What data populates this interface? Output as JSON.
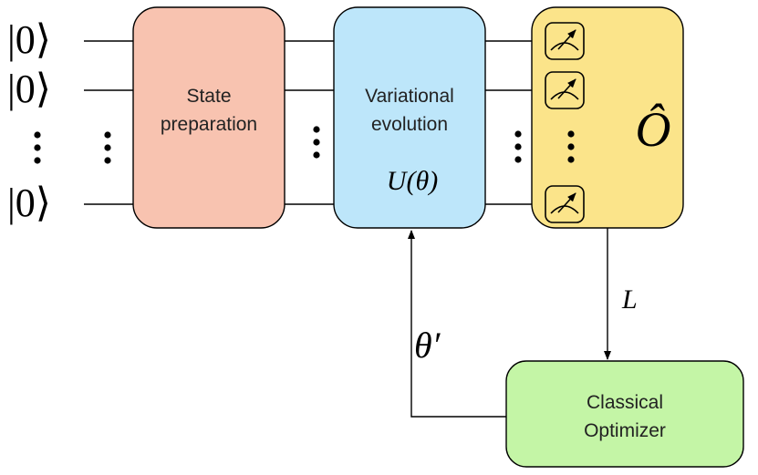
{
  "qubits": {
    "ket_top": "|0⟩",
    "ket_second": "|0⟩",
    "ket_bottom": "|0⟩"
  },
  "blocks": {
    "state_preparation": {
      "line1": "State",
      "line2": "preparation",
      "color": "#f8c3b0"
    },
    "variational_evolution": {
      "line1": "Variational",
      "line2": "evolution",
      "unitary": "U(θ)",
      "color": "#bde6fa"
    },
    "measurement": {
      "observable": "Ô",
      "color": "#fbe48a"
    },
    "optimizer": {
      "line1": "Classical",
      "line2": "Optimizer",
      "color": "#c4f5a6"
    }
  },
  "arrows": {
    "loss_label": "L",
    "params_label": "θ′"
  },
  "icons": {
    "meter": "measurement-meter-icon",
    "ellipsis": "vertical-ellipsis-icon"
  }
}
